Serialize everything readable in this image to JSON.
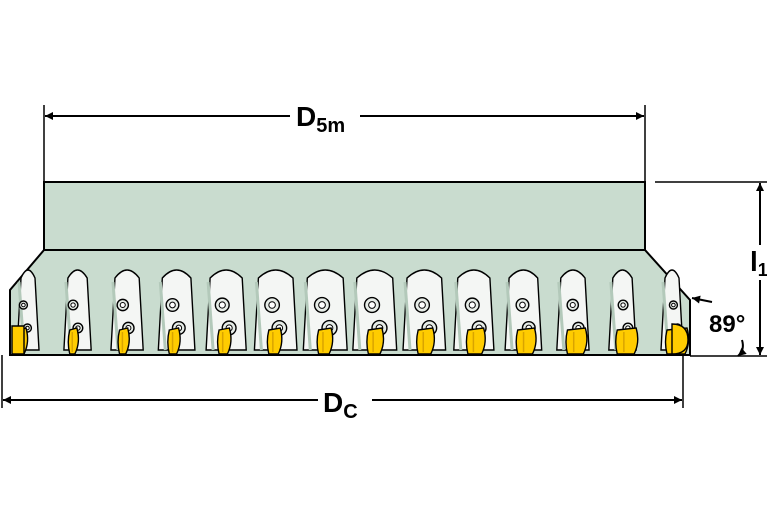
{
  "labels": {
    "d5m_main": "D",
    "d5m_sub": "5m",
    "dc_main": "D",
    "dc_sub": "C",
    "l1_main": "l",
    "l1_sub": "1",
    "angle": "89°"
  },
  "colors": {
    "body": "#c9dccf",
    "body_shade": "#b3c9ba",
    "pocket": "#f4f6f4",
    "insert": "#ffcc00",
    "insert_dark": "#d9a400",
    "line": "#000000"
  },
  "tool": {
    "pocket_count": 14
  }
}
